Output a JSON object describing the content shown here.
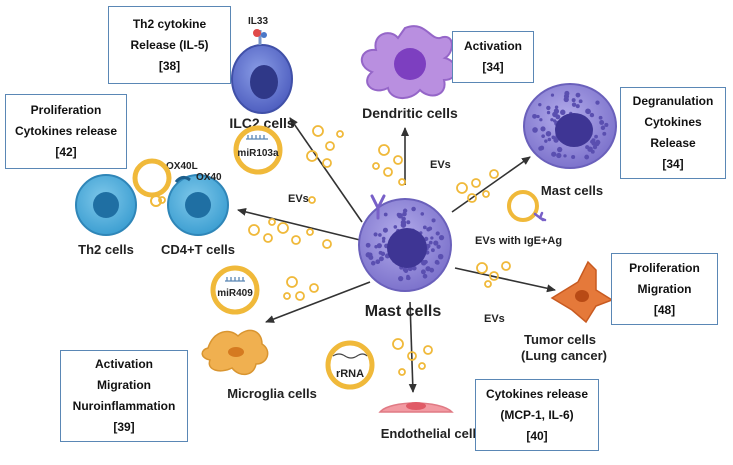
{
  "colors": {
    "mast": "#8f86d6",
    "nucleus": "#4a3f9e",
    "vesicle": "#f0b93a",
    "arrow": "#333333",
    "box_border": "#5a87b5"
  },
  "cells": {
    "mast_center": "Mast cells",
    "ilc2": "ILC2 cells",
    "dendritic": "Dendritic cells",
    "mast_right": "Mast cells",
    "th2": "Th2 cells",
    "cd4": "CD4+T cells",
    "tumor_line1": "Tumor cells",
    "tumor_line2": "(Lung cancer)",
    "microglia": "Microglia cells",
    "endothelial": "Endothelial cells"
  },
  "molecules": {
    "il33": "IL33",
    "ox40l": "OX40L",
    "ox40": "OX40",
    "mir103a": "miR103a",
    "mir409": "miR409",
    "rrna": "rRNA"
  },
  "labels": {
    "evs_top": "EVs",
    "evs_left": "EVs",
    "evs_right": "EVs",
    "evs_igE": "EVs with IgE+Ag"
  },
  "boxes": {
    "ilc2": [
      "Th2 cytokine",
      "Release (IL-5)",
      "[38]"
    ],
    "dendritic": [
      "Activation",
      "[34]"
    ],
    "mast": [
      "Degranulation",
      "Cytokines",
      "Release",
      "[34]"
    ],
    "th2": [
      "Proliferation",
      "Cytokines release",
      "[42]"
    ],
    "tumor": [
      "Proliferation",
      "Migration",
      "[48]"
    ],
    "microglia": [
      "Activation",
      "Migration",
      "Nuroinflammation",
      "[39]"
    ],
    "endothelial": [
      "Cytokines release",
      "(MCP-1, IL-6)",
      "[40]"
    ]
  }
}
